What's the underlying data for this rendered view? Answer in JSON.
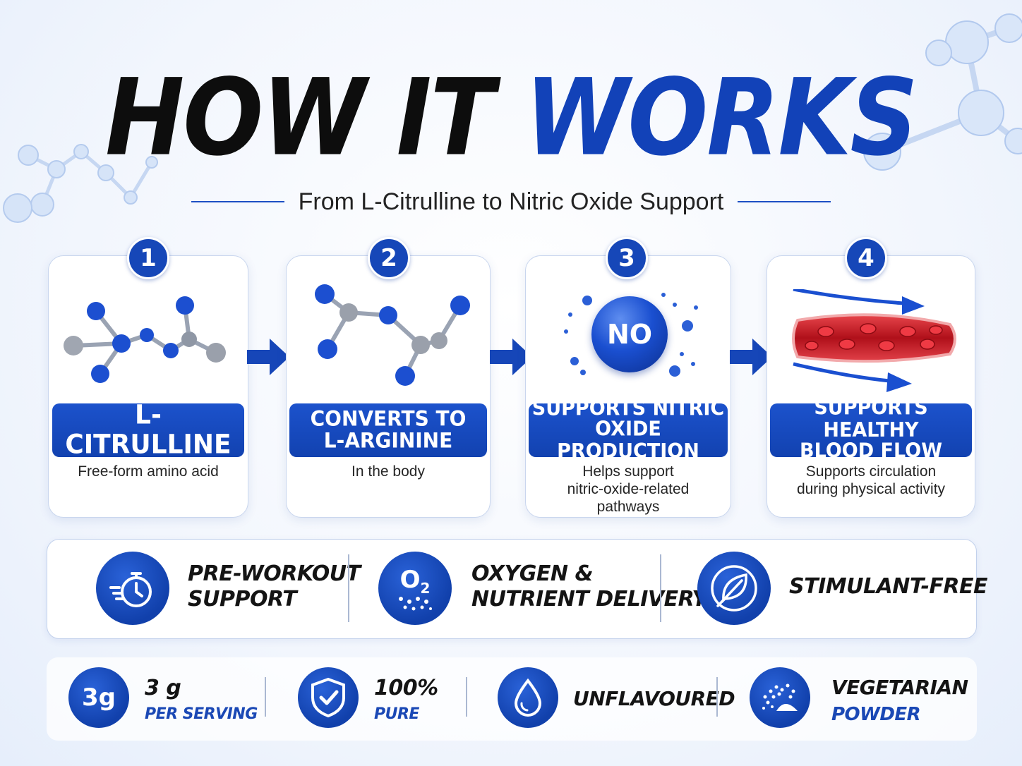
{
  "header": {
    "title_dark": "HOW IT",
    "title_blue": "WORKS",
    "subtitle": "From L-Citrulline to Nitric Oxide Support"
  },
  "steps": [
    {
      "number": "1",
      "label_line1": "L-CITRULLINE",
      "label_line2": "",
      "desc_line1": "Free-form amino acid",
      "desc_line2": "",
      "desc_line3": "",
      "icon": "molecule-icon"
    },
    {
      "number": "2",
      "label_line1": "CONVERTS TO",
      "label_line2": "L-ARGININE",
      "desc_line1": "In the body",
      "desc_line2": "",
      "desc_line3": "",
      "icon": "molecule-icon"
    },
    {
      "number": "3",
      "label_line1": "SUPPORTS NITRIC",
      "label_line2": "OXIDE PRODUCTION",
      "desc_line1": "Helps support",
      "desc_line2": "nitric-oxide-related",
      "desc_line3": "pathways",
      "icon": "no-molecule-icon",
      "icon_text": "NO"
    },
    {
      "number": "4",
      "label_line1": "SUPPORTS HEALTHY",
      "label_line2": "BLOOD FLOW",
      "desc_line1": "Supports circulation",
      "desc_line2": "during physical activity",
      "desc_line3": "",
      "icon": "blood-vessel-icon"
    }
  ],
  "features": [
    {
      "line1": "PRE-WORKOUT",
      "line2": "SUPPORT",
      "icon": "stopwatch-icon"
    },
    {
      "line1": "OXYGEN &",
      "line2": "NUTRIENT DELIVERY",
      "icon": "oxygen-icon",
      "icon_text": "O",
      "icon_sub": "2"
    },
    {
      "line1": "STIMULANT-FREE",
      "line2": "",
      "icon": "leaf-icon"
    }
  ],
  "badges": [
    {
      "main": "3 g",
      "sub": "PER SERVING",
      "icon": "serving-icon",
      "icon_text": "3g"
    },
    {
      "main": "100%",
      "sub": "PURE",
      "icon": "shield-check-icon"
    },
    {
      "main": "UNFLAVOURED",
      "sub": "",
      "icon": "water-drop-icon"
    },
    {
      "main": "VEGETARIAN",
      "sub": "POWDER",
      "icon": "powder-icon"
    }
  ],
  "colors": {
    "brand_blue": "#1242b8",
    "dark_text": "#0d0d0d",
    "blood_red": "#c8151e",
    "card_border": "#c9d6ee"
  }
}
